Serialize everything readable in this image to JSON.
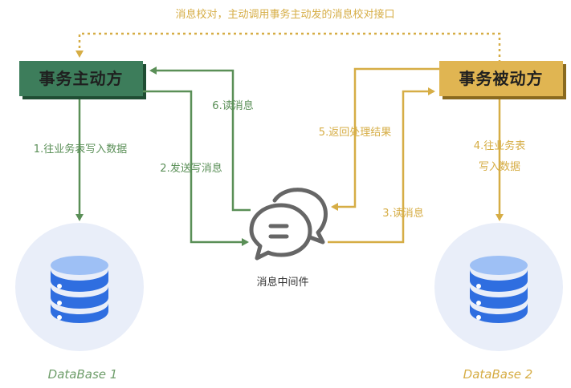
{
  "top_note": "消息校对，主动调用事务主动发的消息校对接口",
  "active_party": {
    "label": "事务主动方",
    "fill": "#3d7d5b",
    "shadow": "#1f4d33"
  },
  "passive_party": {
    "label": "事务被动方",
    "fill": "#e0b552",
    "shadow": "#8a6a1f"
  },
  "steps": {
    "write_db_active": "1.往业务表写入数据",
    "send_write_msg": "2.发送写消息",
    "read_msg_passive": "3.读消息",
    "write_db_passive_line1": "4.往业务表",
    "write_db_passive_line2": "写入数据",
    "return_result": "5.返回处理结果",
    "read_msg_active": "6.读消息"
  },
  "middleware": {
    "label": "消息中间件"
  },
  "databases": {
    "left": {
      "label": "DataBase 1"
    },
    "right": {
      "label": "DataBase 2"
    }
  },
  "colors": {
    "green_line": "#5a8f57",
    "gold_line": "#d6ad45",
    "db_circle": "#e9eef9",
    "db_icon": "#2f6ee0",
    "db_icon_light": "#9ec0f5",
    "chat_icon": "#666666"
  }
}
